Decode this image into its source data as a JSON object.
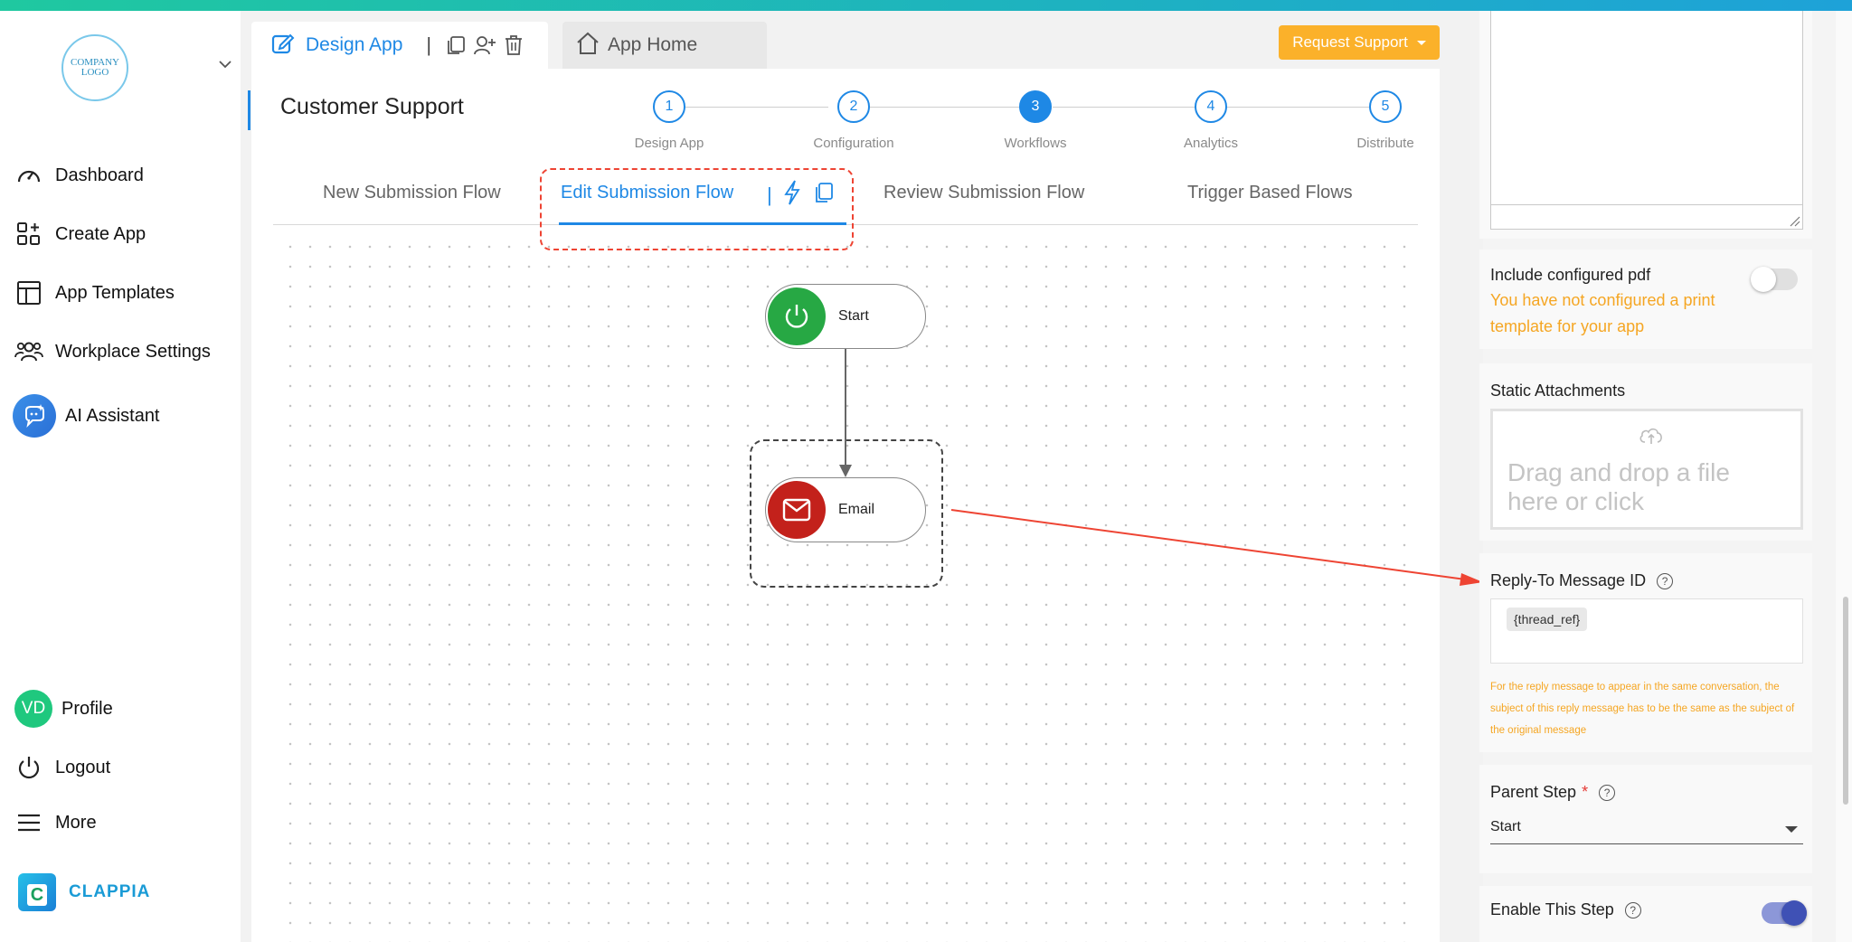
{
  "sidebar": {
    "logo_text": "COMPANY LOGO",
    "items": [
      {
        "label": "Dashboard",
        "icon": "gauge-icon"
      },
      {
        "label": "Create App",
        "icon": "grid-plus-icon"
      },
      {
        "label": "App Templates",
        "icon": "layout-icon"
      },
      {
        "label": "Workplace Settings",
        "icon": "users-icon"
      },
      {
        "label": "AI Assistant",
        "icon": "ai-assistant-icon"
      }
    ],
    "bottom": [
      {
        "label": "Profile",
        "avatar": "VD"
      },
      {
        "label": "Logout",
        "icon": "power-icon"
      },
      {
        "label": "More",
        "icon": "menu-icon"
      }
    ],
    "brand": "CLAPPIA",
    "brand_letter": "C"
  },
  "tabs": {
    "design_app": "Design App",
    "separator": "|",
    "app_home": "App Home"
  },
  "request_support": "Request Support",
  "app_title": "Customer Support",
  "stepper": [
    {
      "num": "1",
      "label": "Design App",
      "active": false
    },
    {
      "num": "2",
      "label": "Configuration",
      "active": false
    },
    {
      "num": "3",
      "label": "Workflows",
      "active": true
    },
    {
      "num": "4",
      "label": "Analytics",
      "active": false
    },
    {
      "num": "5",
      "label": "Distribute",
      "active": false
    }
  ],
  "flow_tabs": [
    {
      "label": "New Submission Flow"
    },
    {
      "label": "Edit Submission Flow"
    },
    {
      "label": "Review Submission Flow"
    },
    {
      "label": "Trigger Based Flows"
    }
  ],
  "edit_tab_separator": "|",
  "nodes": {
    "start": "Start",
    "email": "Email"
  },
  "right_panel": {
    "include_pdf_label": "Include configured pdf",
    "include_pdf_warning": "You have not configured a print template for your app",
    "include_pdf_enabled": false,
    "static_attachments_label": "Static Attachments",
    "dropzone_text": "Drag and drop a file here or click",
    "reply_to_label": "Reply-To Message ID",
    "reply_to_chip": "{thread_ref}",
    "reply_to_note": "For the reply message to appear in the same conversation, the subject of this reply message has to be the same as the subject of the original message",
    "parent_step_label": "Parent Step",
    "parent_step_required": "*",
    "parent_step_value": "Start",
    "enable_step_label": "Enable This Step",
    "enable_step_enabled": true,
    "help_glyph": "?"
  },
  "colors": {
    "accent": "#1e88e5",
    "warning": "#f5a623",
    "request_support": "#fbb12a",
    "start_node": "#27a844",
    "email_node": "#c3211b",
    "annotation_red": "#ee4433",
    "toggle_on": "#3f51b5"
  }
}
